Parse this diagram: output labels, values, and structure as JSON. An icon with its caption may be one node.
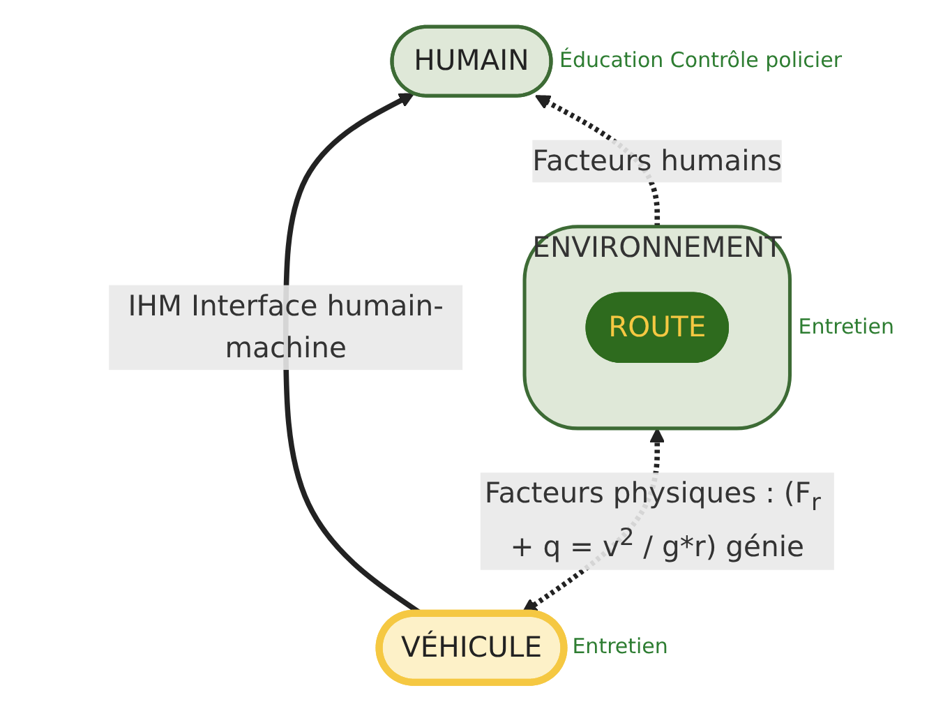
{
  "diagram": {
    "nodes": [
      {
        "text": [
          "HUMAIN"
        ],
        "beside": [
          "Éducation Contrôle policier"
        ]
      },
      {
        "text": [
          "VÉHICULE"
        ],
        "beside": [
          "Entretien"
        ]
      },
      {
        "text": [
          "ENVIRONNEMENT"
        ],
        "beside": [
          "Entretien"
        ]
      },
      {
        "text": [
          "ROUTE"
        ],
        "in": 2
      }
    ],
    "edges": [
      {
        "from": 1,
        "to": 0,
        "arrow": "to",
        "label": "IHM Interface humain-machine"
      },
      {
        "from": 2,
        "to": 0,
        "arrow": "to",
        "style": "dashed",
        "label": "Facteurs humains"
      },
      {
        "from": 1,
        "to": 2,
        "arrow": "both",
        "style": "dashed",
        "label": "Facteurs physiques : (F$_{r}$ + q = v$^{2}$ / g*r) génie"
      }
    ]
  }
}
